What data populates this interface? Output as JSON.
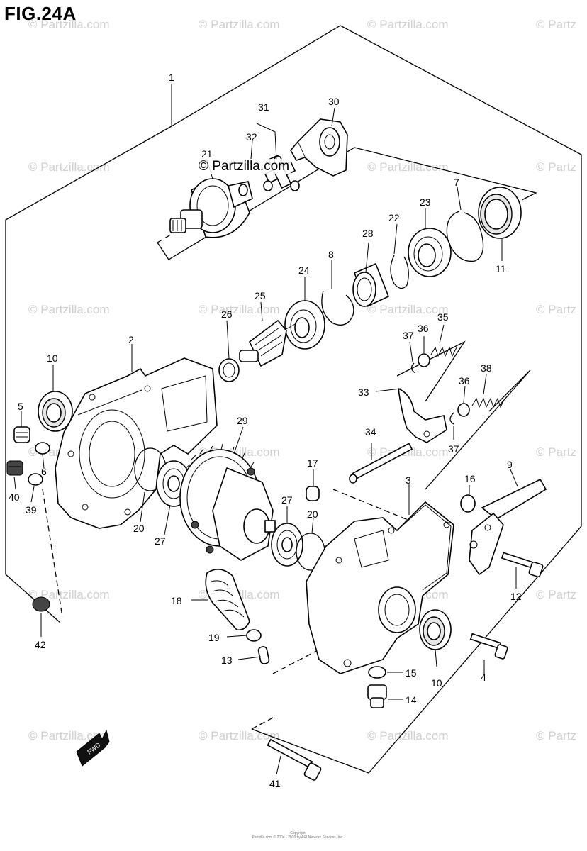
{
  "figure": {
    "title": "FIG.24A"
  },
  "watermark": {
    "text": "© Partzilla.com",
    "cut_text": "© Partz",
    "highlight_text": "© Partzilla.com"
  },
  "copyright": {
    "line1": "Copyright",
    "line2": "Partzilla.com © 2004 - 2020 by ARI Network Services, Inc."
  },
  "fwd_badge": "FWD",
  "callouts": [
    "1",
    "2",
    "3",
    "4",
    "5",
    "6",
    "7",
    "8",
    "9",
    "10",
    "10",
    "11",
    "12",
    "13",
    "14",
    "15",
    "16",
    "17",
    "18",
    "19",
    "20",
    "20",
    "21",
    "22",
    "23",
    "24",
    "25",
    "26",
    "27",
    "27",
    "28",
    "29",
    "30",
    "31",
    "32",
    "33",
    "34",
    "35",
    "36",
    "36",
    "37",
    "37",
    "38",
    "39",
    "40",
    "41",
    "42"
  ]
}
